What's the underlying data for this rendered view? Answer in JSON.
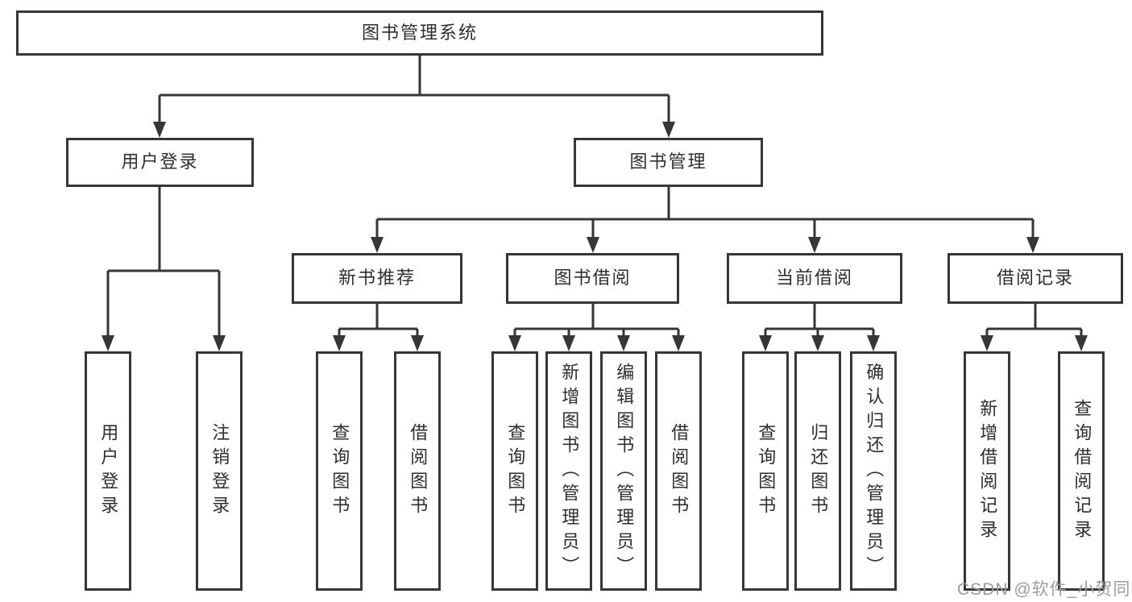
{
  "diagram": {
    "root": {
      "label": "图书管理系统"
    },
    "branches": [
      {
        "label": "用户登录",
        "children": [
          {
            "label": "用户登录"
          },
          {
            "label": "注销登录"
          }
        ]
      },
      {
        "label": "图书管理",
        "children": [
          {
            "label": "新书推荐",
            "children": [
              {
                "label": "查询图书"
              },
              {
                "label": "借阅图书"
              }
            ]
          },
          {
            "label": "图书借阅",
            "children": [
              {
                "label": "查询图书"
              },
              {
                "label": "新增图书（管理员）"
              },
              {
                "label": "编辑图书（管理员）"
              },
              {
                "label": "借阅图书"
              }
            ]
          },
          {
            "label": "当前借阅",
            "children": [
              {
                "label": "查询图书"
              },
              {
                "label": "归还图书"
              },
              {
                "label": "确认归还（管理员）"
              }
            ]
          },
          {
            "label": "借阅记录",
            "children": [
              {
                "label": "新增借阅记录"
              },
              {
                "label": "查询借阅记录"
              }
            ]
          }
        ]
      }
    ]
  },
  "watermark": {
    "text": "CSDN @软件_小贺同学",
    "color": "#9c9c9c"
  },
  "colors": {
    "line": "#363636",
    "text": "#2e2e2e",
    "background": "#ffffff"
  }
}
